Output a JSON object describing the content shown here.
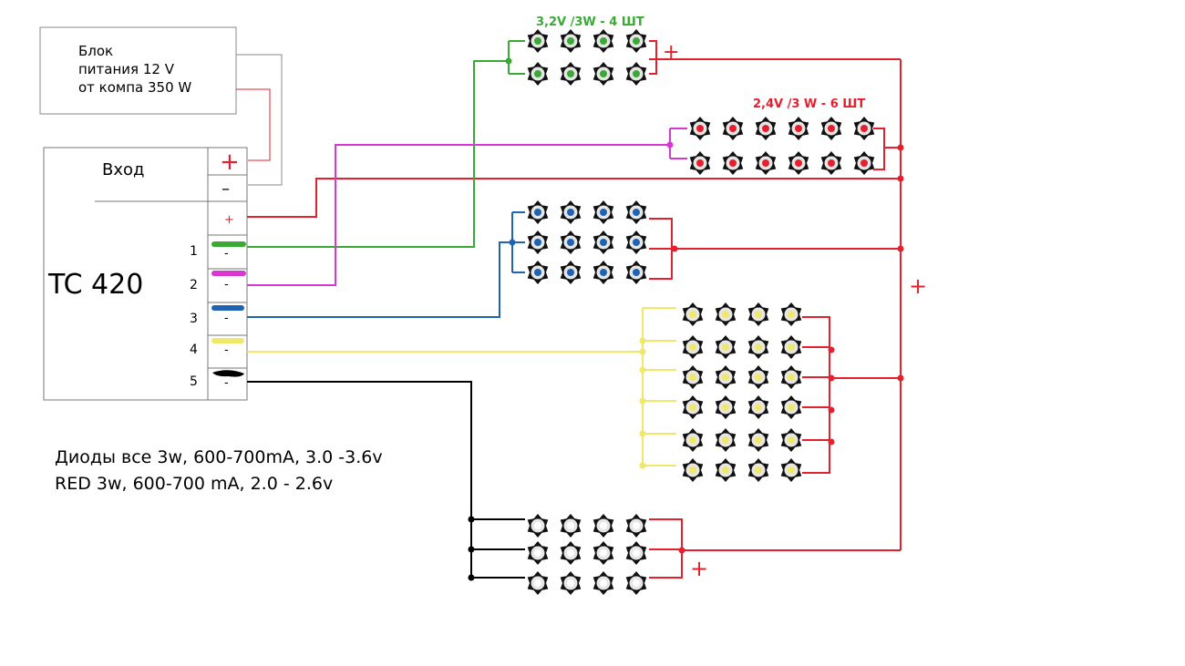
{
  "psu": {
    "line1": "Блок",
    "line2": "питания 12 V",
    "line3": "от компа 350 W"
  },
  "controller": {
    "name": "TC 420",
    "input_label": "Вход",
    "plus": "+",
    "minus": "–",
    "out_plus": "+",
    "channels": [
      {
        "num": "1",
        "sign": "-",
        "color": "#3aaa35"
      },
      {
        "num": "2",
        "sign": "-",
        "color": "#d936d6"
      },
      {
        "num": "3",
        "sign": "-",
        "color": "#1e63b4"
      },
      {
        "num": "4",
        "sign": "-",
        "color": "#f0e86a"
      },
      {
        "num": "5",
        "sign": "-",
        "color": "#000000"
      }
    ]
  },
  "groups": {
    "green_label": "3,2V /3W - 4 ШТ",
    "red_label": "2,4V /3 W  - 6 ШТ",
    "green_plus": "+",
    "right_plus": "+",
    "bottom_plus": "+"
  },
  "notes": {
    "line1": "Диоды все 3w, 600-700mA, 3.0 -3.6v",
    "line2": "RED 3w, 600-700 mA, 2.0 - 2.6v"
  },
  "colors": {
    "red": "#e5202e",
    "green": "#3aaa35",
    "magenta": "#d936d6",
    "blue": "#1e63b4",
    "yellow": "#f0e86a",
    "black": "#000000"
  }
}
